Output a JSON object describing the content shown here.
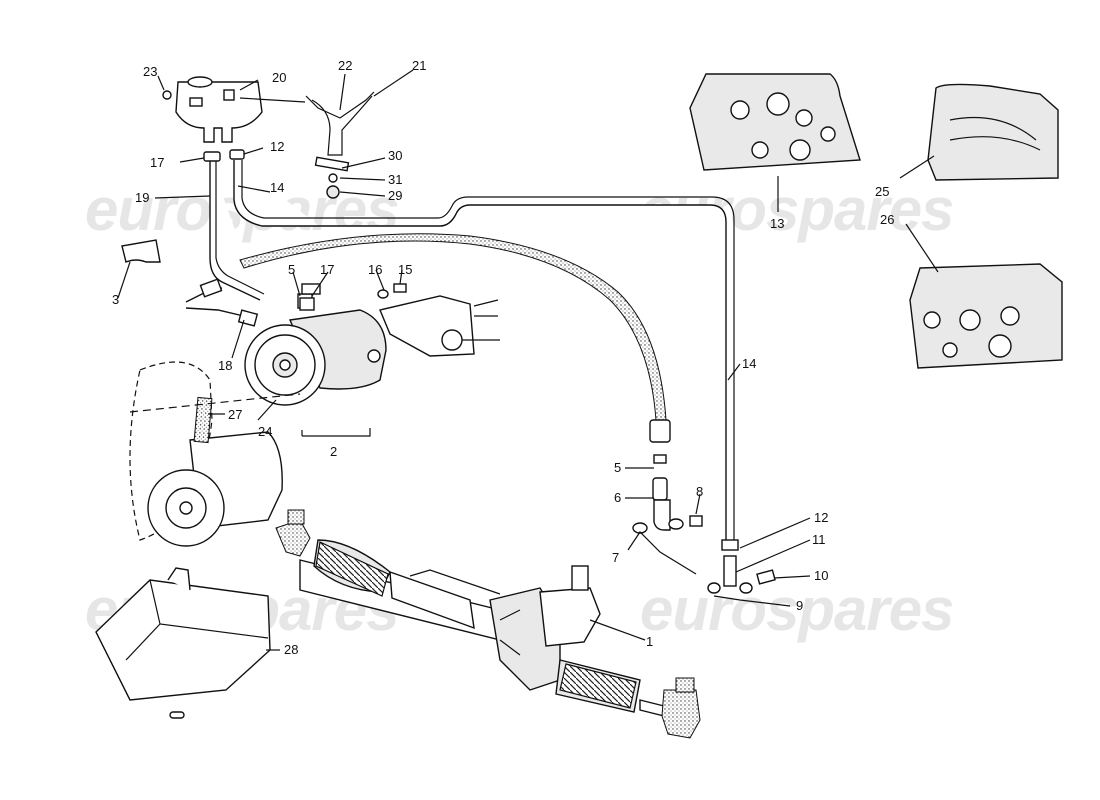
{
  "watermark": "eurospares",
  "callouts": {
    "c1": "1",
    "c2": "2",
    "c3": "3",
    "c5a": "5",
    "c5b": "5",
    "c6": "6",
    "c7": "7",
    "c8": "8",
    "c9": "9",
    "c10": "10",
    "c11": "11",
    "c12a": "12",
    "c12b": "12",
    "c13": "13",
    "c14a": "14",
    "c14b": "14",
    "c15": "15",
    "c16": "16",
    "c17a": "17",
    "c17b": "17",
    "c18": "18",
    "c19": "19",
    "c20": "20",
    "c21": "21",
    "c22": "22",
    "c23": "23",
    "c24": "24",
    "c25": "25",
    "c26": "26",
    "c27": "27",
    "c28": "28",
    "c29": "29",
    "c30": "30",
    "c31": "31"
  }
}
